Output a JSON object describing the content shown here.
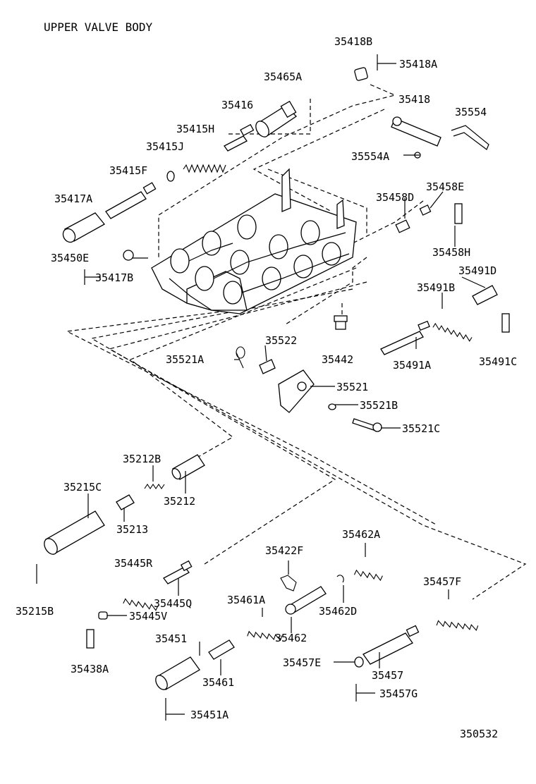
{
  "title": "UPPER VALVE BODY",
  "figure_number": "350532",
  "labels": {
    "p35418B": "35418B",
    "p35418A": "35418A",
    "p35465A": "35465A",
    "p35418": "35418",
    "p35554": "35554",
    "p35416": "35416",
    "p35415H": "35415H",
    "p35415J": "35415J",
    "p35554A": "35554A",
    "p35415F": "35415F",
    "p35417A": "35417A",
    "p35458D": "35458D",
    "p35458E": "35458E",
    "p35458H": "35458H",
    "p35450E": "35450E",
    "p35417B": "35417B",
    "p35491D": "35491D",
    "p35491B": "35491B",
    "p35522": "35522",
    "p35442": "35442",
    "p35521A": "35521A",
    "p35491A": "35491A",
    "p35491C": "35491C",
    "p35521": "35521",
    "p35521B": "35521B",
    "p35521C": "35521C",
    "p35212B": "35212B",
    "p35215C": "35215C",
    "p35212": "35212",
    "p35213": "35213",
    "p35422F": "35422F",
    "p35462A": "35462A",
    "p35445R": "35445R",
    "p35457F": "35457F",
    "p35215B": "35215B",
    "p35445Q": "35445Q",
    "p35461A": "35461A",
    "p35462D": "35462D",
    "p35445V": "35445V",
    "p35451": "35451",
    "p35462": "35462",
    "p35457E": "35457E",
    "p35457": "35457",
    "p35438A": "35438A",
    "p35461": "35461",
    "p35457G": "35457G",
    "p35451A": "35451A"
  }
}
